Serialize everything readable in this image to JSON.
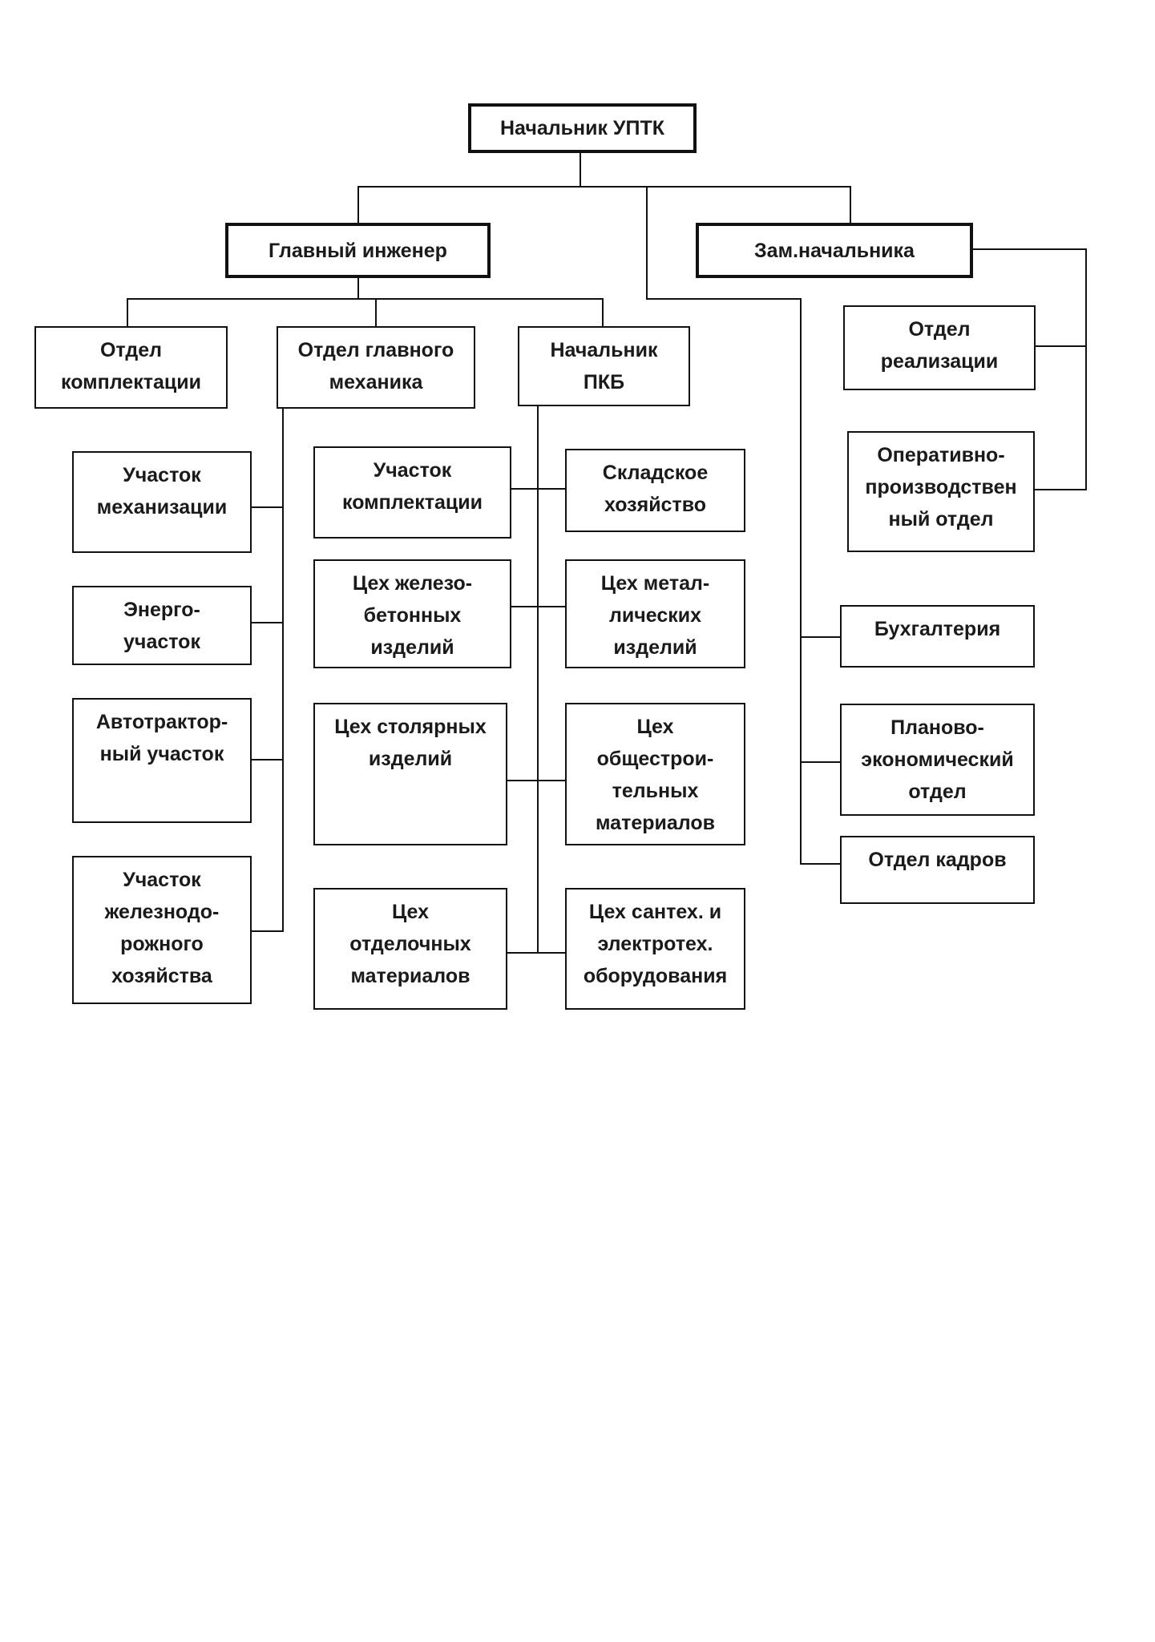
{
  "nodes": {
    "head": [
      "Начальник УПТК"
    ],
    "chief_engineer": [
      "Главный инженер"
    ],
    "deputy_head": [
      "Зам.начальника"
    ],
    "procurement_dept": [
      "Отдел",
      "комплектации"
    ],
    "chief_mechanic_dept": [
      "Отдел главного",
      "механика"
    ],
    "pkb_head": [
      "Начальник",
      "ПКБ"
    ],
    "sales_dept": [
      "Отдел",
      "реализации"
    ],
    "ops_dept": [
      "Оперативно-",
      "производствен",
      "ный отдел"
    ],
    "mechanization_site": [
      "Участок",
      "механизации"
    ],
    "energy_site": [
      "Энерго-",
      "участок"
    ],
    "motor_site": [
      "Автотрактор-",
      "ный участок"
    ],
    "railway_site": [
      "Участок",
      "железнодо-",
      "рожного",
      "хозяйства"
    ],
    "procurement_site": [
      "Участок",
      "комплектации"
    ],
    "warehouse": [
      "Складское",
      "хозяйство"
    ],
    "concrete_shop": [
      "Цех железо-",
      "бетонных",
      "изделий"
    ],
    "metal_shop": [
      "Цех метал-",
      "лических",
      "изделий"
    ],
    "carpentry_shop": [
      "Цех столярных",
      "изделий"
    ],
    "construction_materials_shop": [
      "Цех",
      "общестрои-",
      "тельных",
      "материалов"
    ],
    "finishing_shop": [
      "Цех",
      "отделочных",
      "материалов"
    ],
    "plumbing_shop": [
      "Цех сантех. и",
      "электротех.",
      "оборудования"
    ],
    "accounting": [
      "Бухгалтерия"
    ],
    "planning_dept": [
      "Планово-",
      "экономический",
      "отдел"
    ],
    "hr_dept": [
      "Отдел кадров"
    ]
  }
}
